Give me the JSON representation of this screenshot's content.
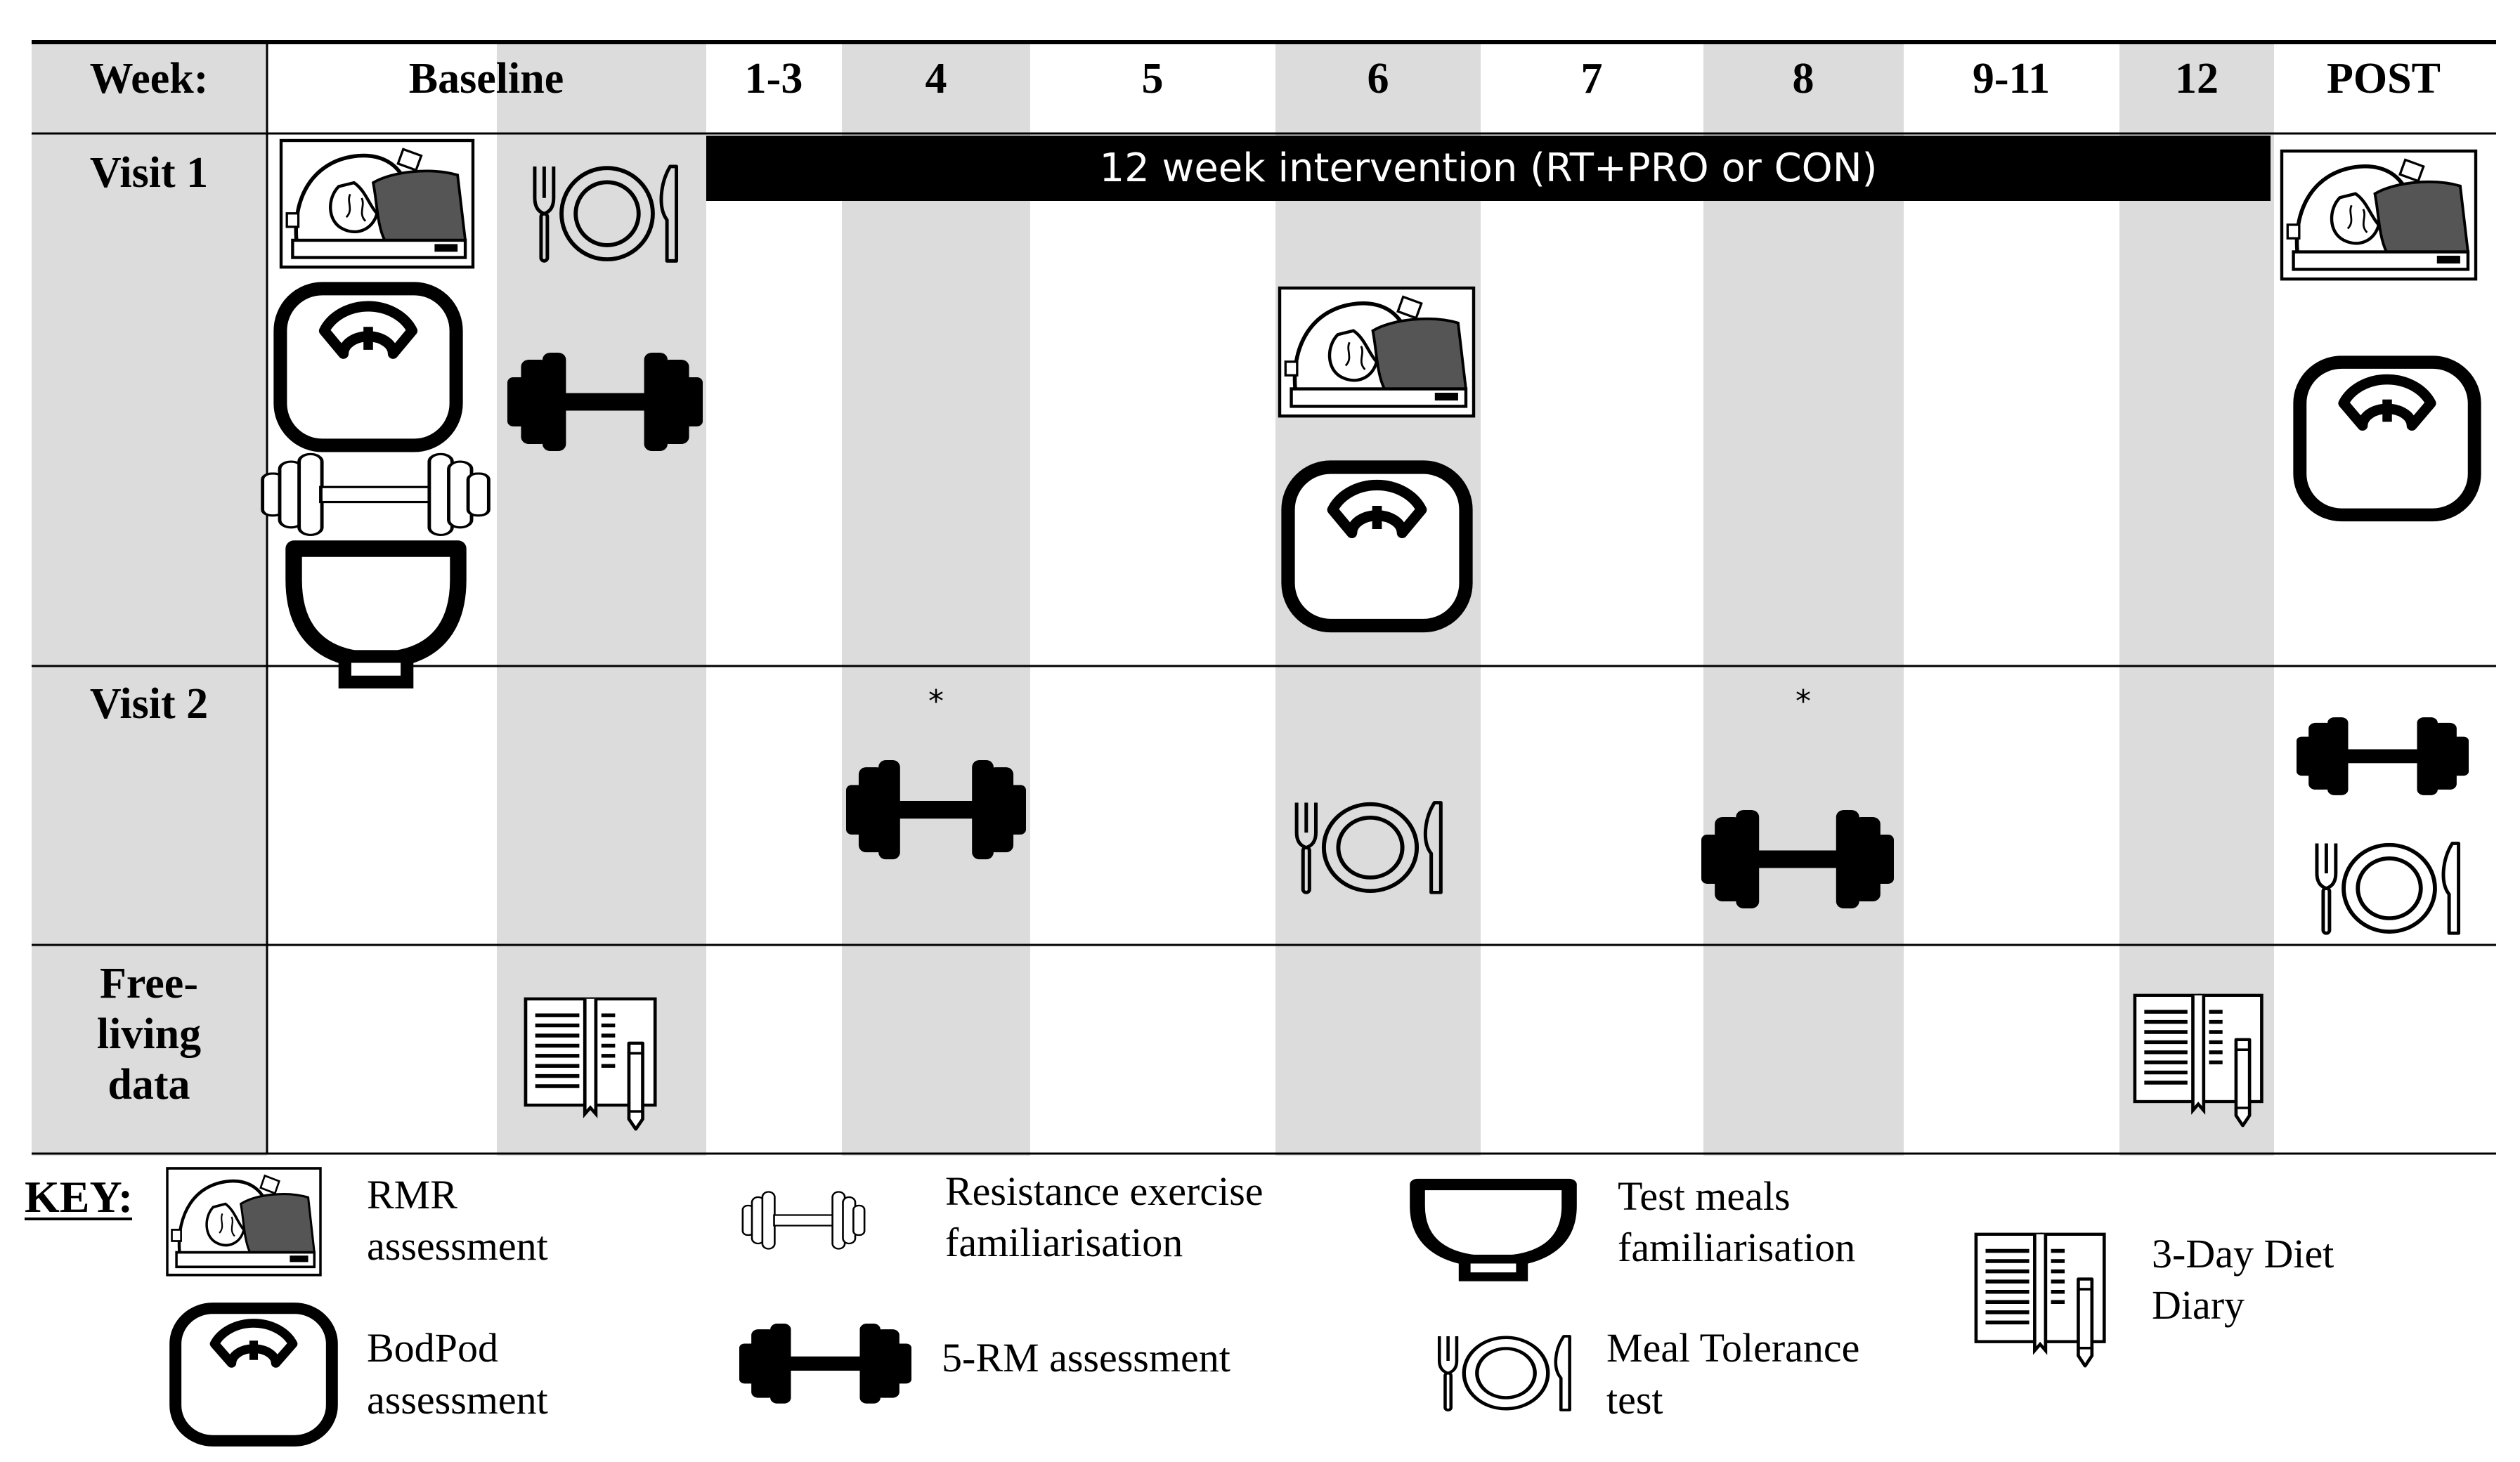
{
  "header": {
    "label": "Week:",
    "columns": [
      "Baseline",
      "1-3",
      "4",
      "5",
      "6",
      "7",
      "8",
      "9-11",
      "12",
      "POST"
    ]
  },
  "rows": {
    "visit1": "Visit 1",
    "visit2": "Visit 2",
    "freeliving": [
      "Free-",
      "living",
      "data"
    ]
  },
  "intervention_label": "12 week intervention (RT+PRO or CON)",
  "markers": {
    "asterisk": "*"
  },
  "key": {
    "title": "KEY:",
    "items": [
      {
        "icon": "rmr-icon",
        "lines": [
          "RMR",
          "assessment"
        ]
      },
      {
        "icon": "familiarisation-dumbbell-icon",
        "lines": [
          "Resistance exercise",
          "familiarisation"
        ]
      },
      {
        "icon": "bowl-icon",
        "lines": [
          "Test meals",
          "familiarisation"
        ]
      },
      {
        "icon": "diary-icon",
        "lines": [
          "3-Day Diet",
          "Diary"
        ]
      },
      {
        "icon": "scale-icon",
        "lines": [
          "BodPod",
          "assessment"
        ]
      },
      {
        "icon": "dumbbell-icon",
        "lines": [
          "5-RM assessment"
        ]
      },
      {
        "icon": "plate-icon",
        "lines": [
          "Meal Tolerance",
          "test"
        ]
      }
    ]
  },
  "colors": {
    "shade": "#dcdcdc",
    "band": "#000000",
    "line": "#000000"
  }
}
